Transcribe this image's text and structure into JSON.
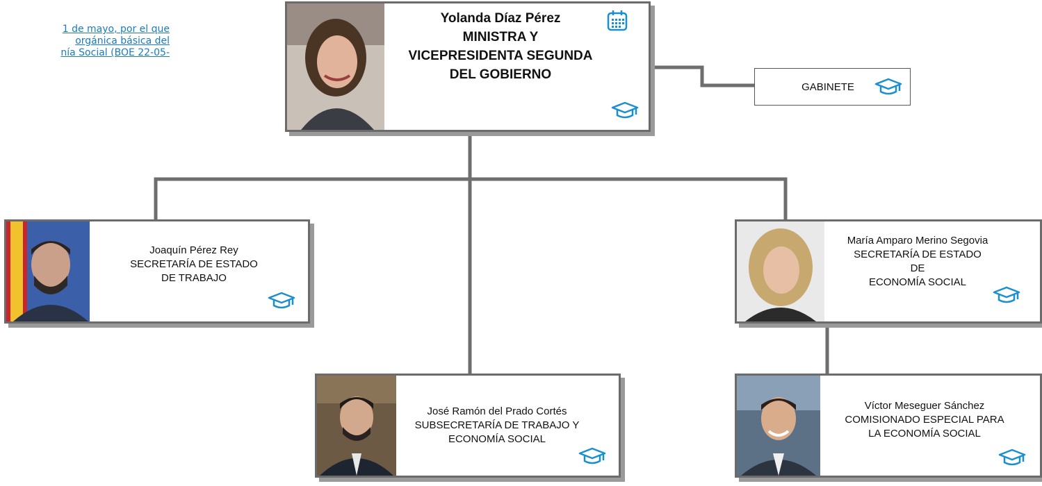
{
  "legal_link": {
    "lines": [
      "1 de mayo, por el que",
      "orgánica  básica  del",
      "nía Social (BOE 22-05-"
    ]
  },
  "nodes": {
    "minister": {
      "name": "Yolanda Díaz Pérez",
      "title_lines": [
        "MINISTRA Y",
        "VICEPRESIDENTA SEGUNDA",
        "DEL GOBIERNO"
      ]
    },
    "gabinete": {
      "label": "GABINETE"
    },
    "trabajo": {
      "name": "Joaquín Pérez Rey",
      "title_lines": [
        "SECRETARÍA DE ESTADO",
        "DE TRABAJO"
      ]
    },
    "economia": {
      "name": "María Amparo Merino Segovia",
      "title_lines": [
        "SECRETARÍA DE ESTADO",
        "DE",
        "ECONOMÍA SOCIAL"
      ]
    },
    "subsecretaria": {
      "name": "José Ramón del Prado Cortés",
      "title_lines": [
        "SUBSECRETARÍA DE TRABAJO Y",
        "ECONOMÍA SOCIAL"
      ]
    },
    "comisionado": {
      "name": "Víctor Meseguer Sánchez",
      "title_lines": [
        "COMISIONADO ESPECIAL PARA",
        "LA ECONOMÍA SOCIAL"
      ]
    }
  },
  "icons": {
    "accent_color": "#1a8fd0",
    "cap": "graduation-cap-icon",
    "calendar": "calendar-icon"
  }
}
